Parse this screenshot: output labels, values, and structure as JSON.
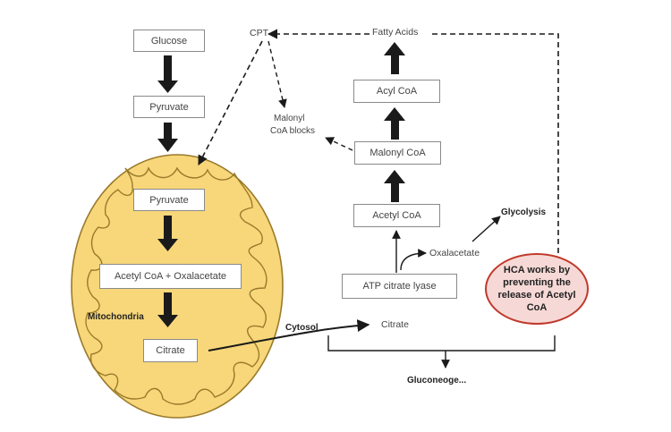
{
  "colors": {
    "mitochondria_fill": "#f7d77a",
    "mitochondria_border": "#9a7a2a",
    "hca_fill": "#f6d9d6",
    "hca_border": "#c0392b",
    "arrow": "#1a1a1a"
  },
  "left_pathway": {
    "glucose": "Glucose",
    "pyruvate": "Pyruvate"
  },
  "mitochondria": {
    "pyruvate": "Pyruvate",
    "acetyl_oxalacetate": "Acetyl CoA + Oxalacetate",
    "label": "Mitochondria",
    "citrate": "Citrate"
  },
  "cytosol_label": "Cytosol",
  "right_pathway": {
    "fatty_acids": "Fatty Acids",
    "cpt": "CPT",
    "malonyl_blocks": [
      "Malonyl",
      "CoA blocks"
    ],
    "acyl_coa": "Acyl CoA",
    "malonyl_coa": "Malonyl CoA",
    "acetyl_coa": "Acetyl CoA",
    "glycolysis": "Glycolysis",
    "oxalacetate": "Oxalacetate",
    "atp_citrate_lyase": "ATP citrate lyase",
    "citrate": "Citrate",
    "gluconeogenesis": "Gluconeoge..."
  },
  "hca_note": "HCA works by preventing the release of Acetyl CoA"
}
